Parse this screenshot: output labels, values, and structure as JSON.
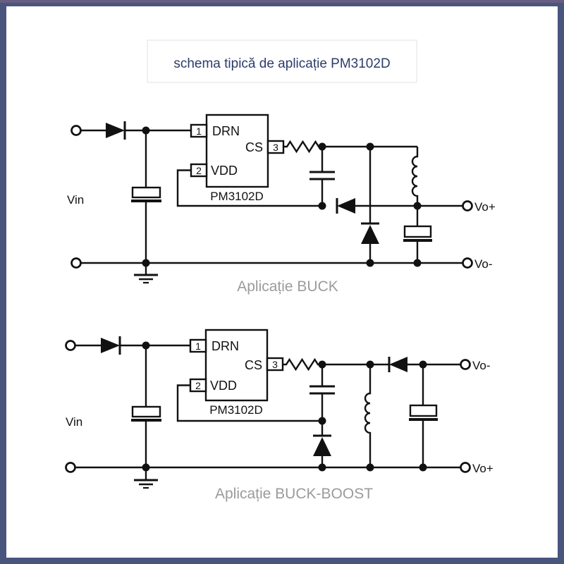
{
  "frame": {
    "border_color": "#4a557e"
  },
  "title": {
    "text": "schema tipică de aplicație PM3102D",
    "color": "#2d3c6b"
  },
  "ic": {
    "pin1": "1",
    "pin2": "2",
    "pin3": "3",
    "drn_label": "DRN",
    "vdd_label": "VDD",
    "cs_label": "CS",
    "part_number": "PM3102D"
  },
  "buck": {
    "vin_label": "Vin",
    "vo_top_label": "Vo+",
    "vo_bottom_label": "Vo-",
    "caption": "Aplicație BUCK"
  },
  "buckboost": {
    "vin_label": "Vin",
    "vo_top_label": "Vo-",
    "vo_bottom_label": "Vo+",
    "caption": "Aplicație BUCK-BOOST"
  },
  "colors": {
    "line": "#111111",
    "caption": "#9b9b9b"
  }
}
